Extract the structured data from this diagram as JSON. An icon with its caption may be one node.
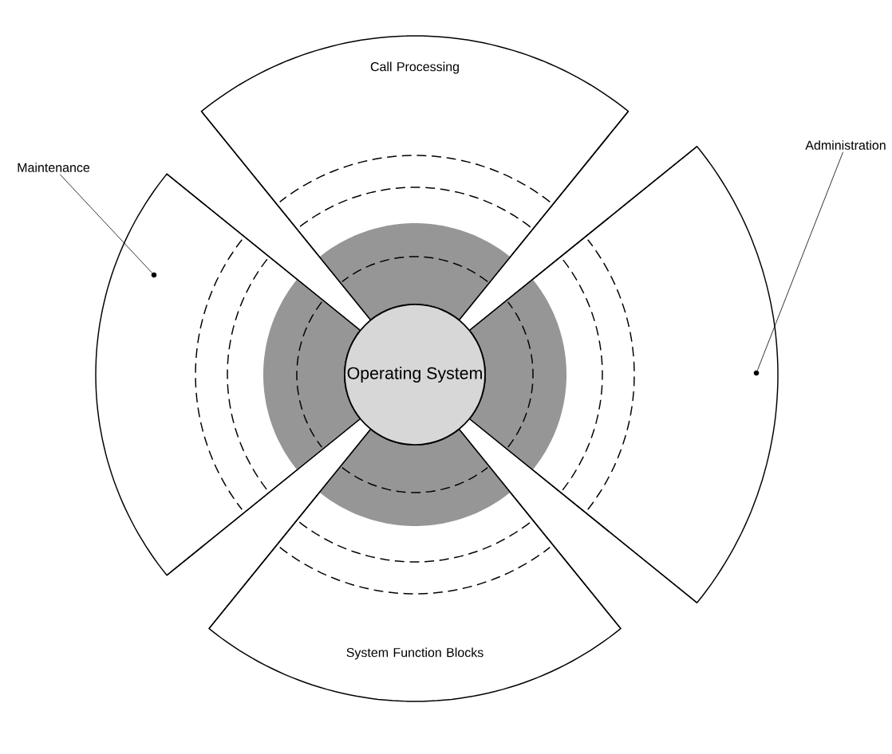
{
  "diagram": {
    "nodes": [
      {
        "text": [
          "Call Processing"
        ]
      },
      {
        "text": [
          "Maintenance"
        ]
      },
      {
        "text": [],
        "shape": "sector"
      },
      {
        "text": [
          "Operating System"
        ]
      },
      {
        "text": [
          "Administration"
        ]
      },
      {
        "text": [],
        "shape": "sector"
      },
      {
        "text": [
          "System Function Blocks"
        ]
      }
    ],
    "edges": [
      {
        "from": 1,
        "to": 2,
        "arrow": "none"
      },
      {
        "from": 4,
        "to": 5,
        "arrow": "none"
      }
    ]
  }
}
